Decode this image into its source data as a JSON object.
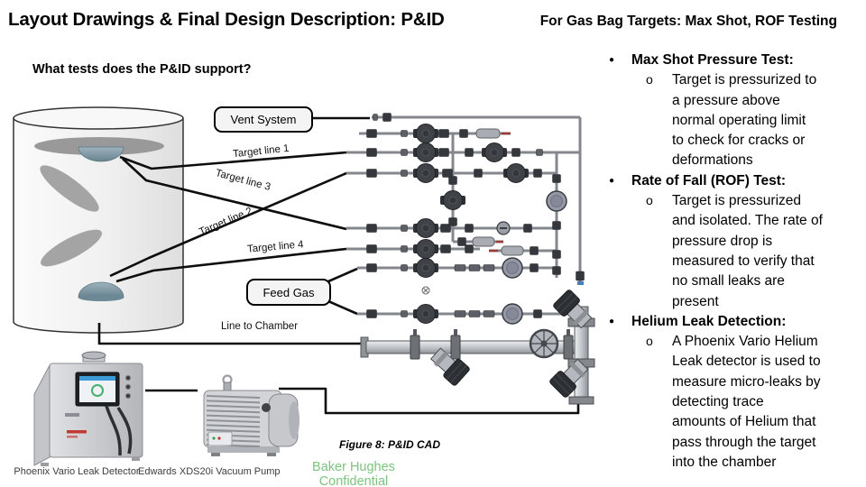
{
  "slide": {
    "title": "Layout Drawings & Final Design Description: P&ID",
    "header_right": "For Gas Bag Targets: Max Shot, ROF Testing",
    "question": "What tests does the P&ID support?",
    "figure_caption": "Figure 8: P&ID CAD",
    "confidential": "Baker Hughes Confidential"
  },
  "diagram_labels": {
    "vent_system": "Vent System",
    "feed_gas": "Feed Gas",
    "target_line_1": "Target line 1",
    "target_line_2": "Target line 2",
    "target_line_3": "Target line 3",
    "target_line_4": "Target line 4",
    "line_to_chamber": "Line to Chamber"
  },
  "equipment": {
    "leak_detector_caption": "Phoenix Vario Leak Detector",
    "vacuum_pump_caption": "Edwards XDS20i Vacuum Pump"
  },
  "tests": [
    {
      "title": "Max Shot Pressure Test:",
      "lines": [
        "Target is pressurized to",
        "a pressure above",
        "normal operating limit",
        "to check for cracks or",
        "deformations"
      ]
    },
    {
      "title": "Rate of Fall (ROF) Test:",
      "lines": [
        "Target is pressurized",
        "and isolated. The rate of",
        "pressure drop is",
        "measured to verify that",
        "no small leaks are",
        "present"
      ]
    },
    {
      "title": "Helium Leak Detection:",
      "lines": [
        "A Phoenix Vario Helium",
        "Leak detector is used to",
        "measure micro-leaks by",
        "detecting trace",
        "amounts of Helium that",
        "pass through the target",
        "into the chamber"
      ]
    }
  ],
  "colors": {
    "confidential_green": "#7cc47e",
    "caption_gray": "#3d3d3d",
    "pipe_gray": "#84878d",
    "valve_dark": "#3f4348",
    "target_dome_blue": "#7e98a4"
  }
}
